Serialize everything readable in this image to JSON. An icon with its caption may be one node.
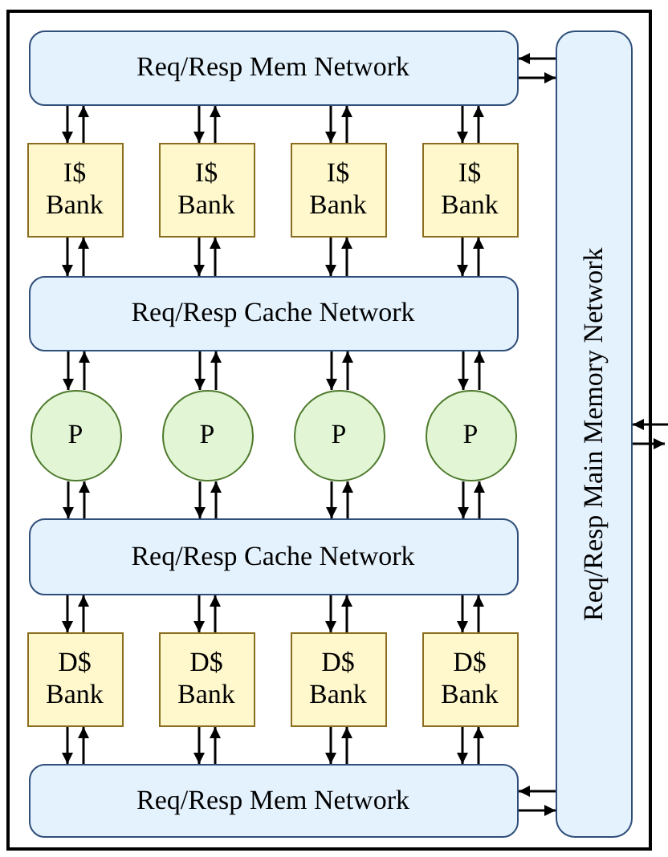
{
  "diagram": {
    "nodes": [
      {
        "text": [],
        "shape": "box"
      },
      {
        "text": [
          "Req/Resp Mem Network"
        ],
        "in": 0
      },
      {
        "text": [
          "I$ Bank"
        ],
        "in": 0
      },
      {
        "text": [
          "I$ Bank"
        ],
        "in": 0
      },
      {
        "text": [
          "I$ Bank"
        ],
        "in": 0
      },
      {
        "text": [
          "I$ Bank"
        ],
        "in": 0
      },
      {
        "text": [
          "Req/Resp Cache Network"
        ],
        "in": 0
      },
      {
        "text": [
          "P"
        ],
        "in": 0
      },
      {
        "text": [
          "P"
        ],
        "in": 0
      },
      {
        "text": [
          "P"
        ],
        "in": 0
      },
      {
        "text": [
          "P"
        ],
        "in": 0
      },
      {
        "text": [
          "Req/Resp Cache Network"
        ],
        "in": 0
      },
      {
        "text": [
          "D$ Bank"
        ],
        "in": 0
      },
      {
        "text": [
          "D$ Bank"
        ],
        "in": 0
      },
      {
        "text": [
          "D$ Bank"
        ],
        "in": 0
      },
      {
        "text": [
          "D$ Bank"
        ],
        "in": 0
      },
      {
        "text": [
          "Req/Resp Mem Network"
        ],
        "in": 0
      },
      {
        "text": [
          "Req/Resp Main Memory Network"
        ],
        "in": 0
      }
    ],
    "edges": [
      {
        "from": 1,
        "to": 2,
        "arrow": "to"
      },
      {
        "from": 2,
        "to": 1,
        "arrow": "to"
      },
      {
        "from": 1,
        "to": 3,
        "arrow": "to"
      },
      {
        "from": 3,
        "to": 1,
        "arrow": "to"
      },
      {
        "from": 1,
        "to": 4,
        "arrow": "to"
      },
      {
        "from": 4,
        "to": 1,
        "arrow": "to"
      },
      {
        "from": 1,
        "to": 5,
        "arrow": "to"
      },
      {
        "from": 5,
        "to": 1,
        "arrow": "to"
      },
      {
        "from": 2,
        "to": 6,
        "arrow": "to"
      },
      {
        "from": 6,
        "to": 2,
        "arrow": "to"
      },
      {
        "from": 3,
        "to": 6,
        "arrow": "to"
      },
      {
        "from": 6,
        "to": 3,
        "arrow": "to"
      },
      {
        "from": 4,
        "to": 6,
        "arrow": "to"
      },
      {
        "from": 6,
        "to": 4,
        "arrow": "to"
      },
      {
        "from": 5,
        "to": 6,
        "arrow": "to"
      },
      {
        "from": 6,
        "to": 5,
        "arrow": "to"
      },
      {
        "from": 6,
        "to": 7,
        "arrow": "to"
      },
      {
        "from": 7,
        "to": 6,
        "arrow": "to"
      },
      {
        "from": 6,
        "to": 8,
        "arrow": "to"
      },
      {
        "from": 8,
        "to": 6,
        "arrow": "to"
      },
      {
        "from": 6,
        "to": 9,
        "arrow": "to"
      },
      {
        "from": 9,
        "to": 6,
        "arrow": "to"
      },
      {
        "from": 6,
        "to": 10,
        "arrow": "to"
      },
      {
        "from": 10,
        "to": 6,
        "arrow": "to"
      },
      {
        "from": 7,
        "to": 11,
        "arrow": "to"
      },
      {
        "from": 11,
        "to": 7,
        "arrow": "to"
      },
      {
        "from": 8,
        "to": 11,
        "arrow": "to"
      },
      {
        "from": 11,
        "to": 8,
        "arrow": "to"
      },
      {
        "from": 9,
        "to": 11,
        "arrow": "to"
      },
      {
        "from": 11,
        "to": 9,
        "arrow": "to"
      },
      {
        "from": 10,
        "to": 11,
        "arrow": "to"
      },
      {
        "from": 11,
        "to": 10,
        "arrow": "to"
      },
      {
        "from": 11,
        "to": 12,
        "arrow": "to"
      },
      {
        "from": 12,
        "to": 11,
        "arrow": "to"
      },
      {
        "from": 11,
        "to": 13,
        "arrow": "to"
      },
      {
        "from": 13,
        "to": 11,
        "arrow": "to"
      },
      {
        "from": 11,
        "to": 14,
        "arrow": "to"
      },
      {
        "from": 14,
        "to": 11,
        "arrow": "to"
      },
      {
        "from": 11,
        "to": 15,
        "arrow": "to"
      },
      {
        "from": 15,
        "to": 11,
        "arrow": "to"
      },
      {
        "from": 12,
        "to": 16,
        "arrow": "to"
      },
      {
        "from": 16,
        "to": 12,
        "arrow": "to"
      },
      {
        "from": 13,
        "to": 16,
        "arrow": "to"
      },
      {
        "from": 16,
        "to": 13,
        "arrow": "to"
      },
      {
        "from": 14,
        "to": 16,
        "arrow": "to"
      },
      {
        "from": 16,
        "to": 14,
        "arrow": "to"
      },
      {
        "from": 15,
        "to": 16,
        "arrow": "to"
      },
      {
        "from": 16,
        "to": 15,
        "arrow": "to"
      },
      {
        "from": 17,
        "to": 1,
        "arrow": "to"
      },
      {
        "from": 1,
        "to": 17,
        "arrow": "to"
      },
      {
        "from": 17,
        "to": 16,
        "arrow": "to"
      },
      {
        "from": 16,
        "to": 17,
        "arrow": "to"
      },
      {
        "from": null,
        "to": 17,
        "arrow": "to"
      },
      {
        "from": 17,
        "to": null,
        "arrow": "to"
      }
    ]
  }
}
